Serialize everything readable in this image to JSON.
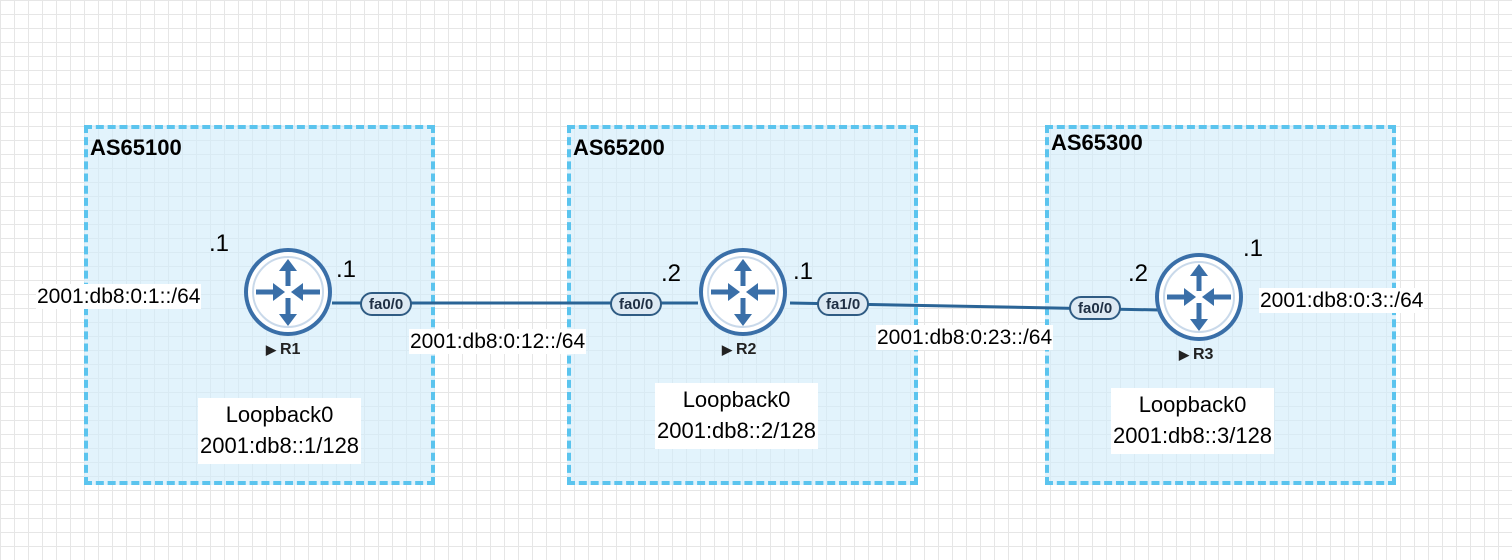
{
  "colors": {
    "as_border": "#5bc4ee",
    "link": "#2a6496",
    "router_ring": "#3a6fa8",
    "iface_border": "#2f5b83"
  },
  "as_boxes": [
    {
      "title": "AS65100"
    },
    {
      "title": "AS65200"
    },
    {
      "title": "AS65300"
    }
  ],
  "routers": [
    {
      "name": "R1",
      "icon": "router-icon",
      "loopback_label": "Loopback0",
      "loopback_addr": "2001:db8::1/128",
      "lan_subnet": "2001:db8:0:1::/64",
      "lan_host": ".1"
    },
    {
      "name": "R2",
      "icon": "router-icon",
      "loopback_label": "Loopback0",
      "loopback_addr": "2001:db8::2/128"
    },
    {
      "name": "R3",
      "icon": "router-icon",
      "loopback_label": "Loopback0",
      "loopback_addr": "2001:db8::3/128",
      "lan_subnet": "2001:db8:0:3::/64",
      "lan_host": ".1"
    }
  ],
  "links": [
    {
      "subnet": "2001:db8:0:12::/64",
      "a_iface": "fa0/0",
      "a_host": ".1",
      "b_iface": "fa0/0",
      "b_host": ".2"
    },
    {
      "subnet": "2001:db8:0:23::/64",
      "a_iface": "fa1/0",
      "a_host": ".1",
      "b_iface": "fa0/0",
      "b_host": ".2"
    }
  ]
}
